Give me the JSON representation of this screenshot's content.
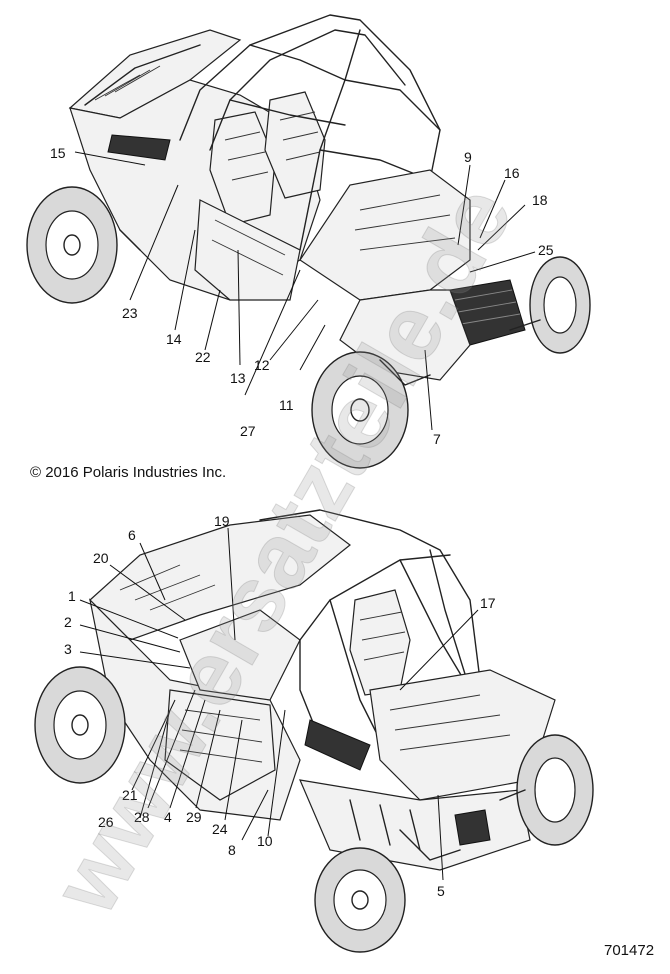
{
  "watermark": "www.ersatzteile.de",
  "copyright": "© 2016 Polaris Industries Inc.",
  "reference_number": "701472",
  "top_view": {
    "callouts": [
      "15",
      "9",
      "16",
      "18",
      "25",
      "23",
      "14",
      "22",
      "13",
      "12",
      "11",
      "7",
      "27"
    ]
  },
  "bottom_view": {
    "callouts": [
      "19",
      "6",
      "20",
      "1",
      "2",
      "3",
      "17",
      "21",
      "26",
      "28",
      "4",
      "29",
      "24",
      "8",
      "10",
      "5"
    ]
  }
}
